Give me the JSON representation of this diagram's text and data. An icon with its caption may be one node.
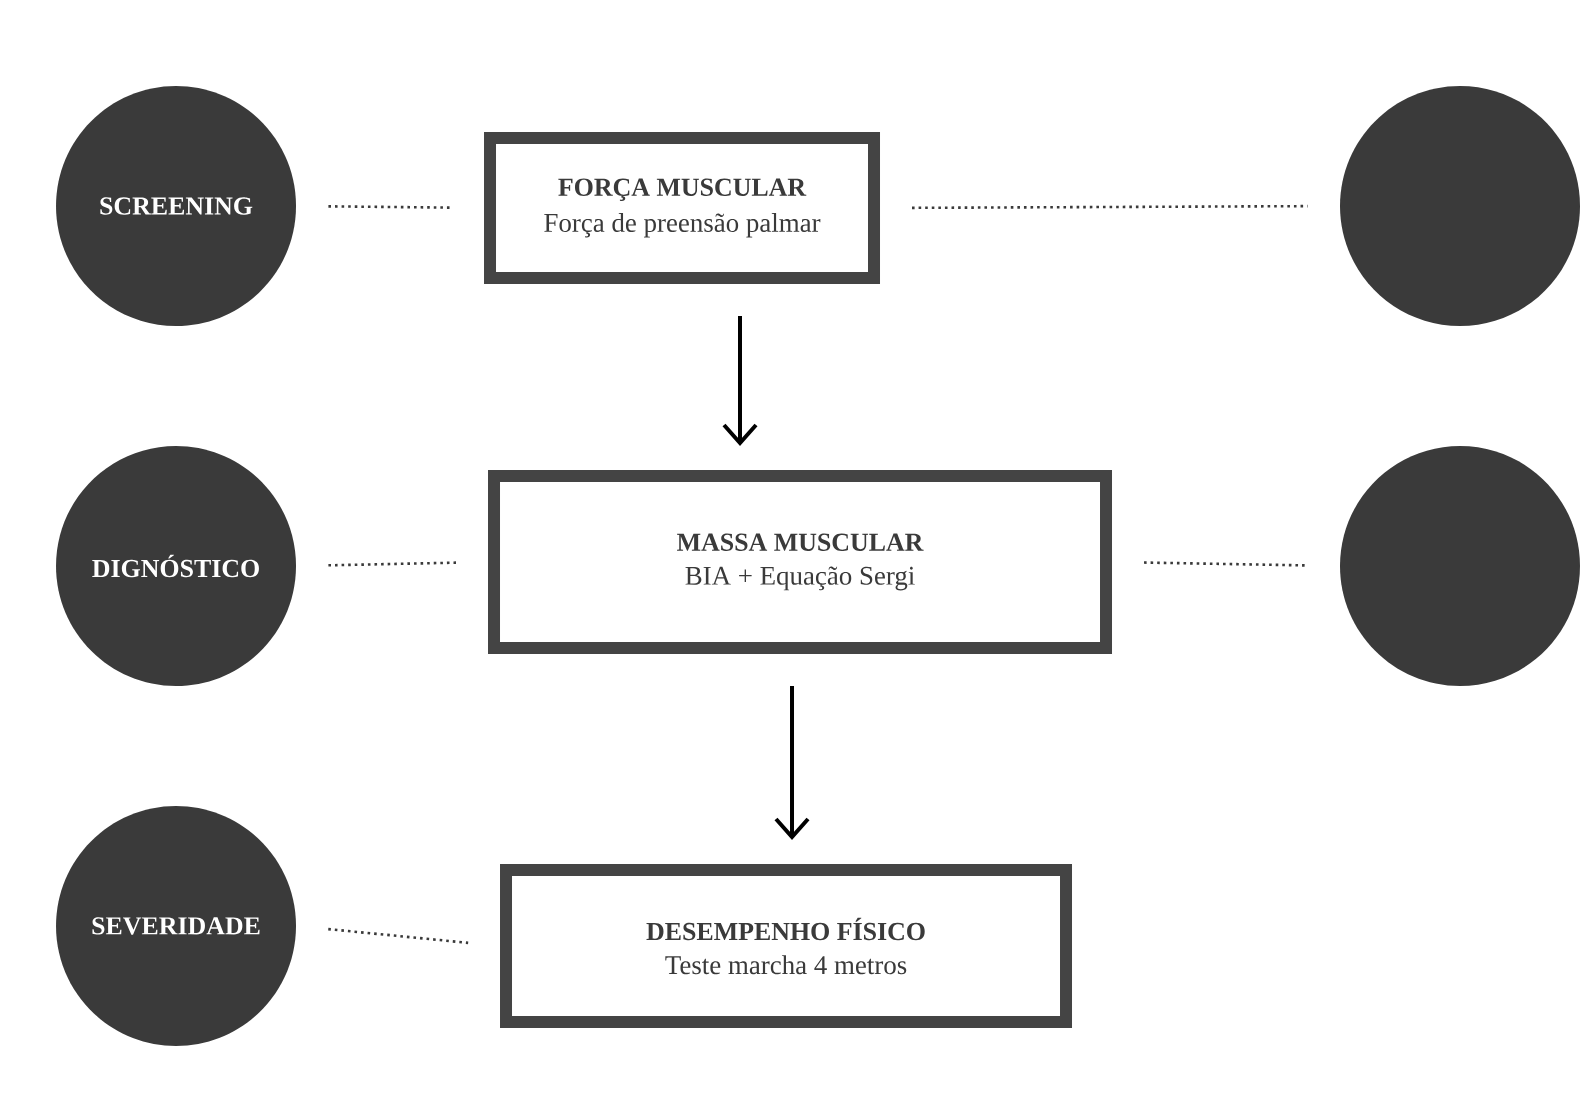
{
  "diagram": {
    "nodes": [
      {
        "text": [
          "SCREENING"
        ]
      },
      {
        "text": [
          "FORÇA MUSCULAR",
          "Força de preensão palmar"
        ]
      },
      {
        "text": [],
        "shape": "circle"
      },
      {
        "text": [
          "DIGNÓSTICO"
        ]
      },
      {
        "text": [
          "MASSA MUSCULAR",
          "BIA + Equação Sergi"
        ]
      },
      {
        "text": [],
        "shape": "circle"
      },
      {
        "text": [
          "SEVERIDADE"
        ]
      },
      {
        "text": [
          "DESEMPENHO FÍSICO",
          "Teste marcha 4 metros"
        ]
      }
    ],
    "edges": [
      {
        "from": 0,
        "to": 1,
        "arrow": "none",
        "style": "dashed"
      },
      {
        "from": 1,
        "to": 2,
        "arrow": "none",
        "style": "dashed"
      },
      {
        "from": 1,
        "to": 4,
        "arrow": "to"
      },
      {
        "from": 3,
        "to": 4,
        "arrow": "none",
        "style": "dashed"
      },
      {
        "from": 4,
        "to": 5,
        "arrow": "none",
        "style": "dashed"
      },
      {
        "from": 4,
        "to": 7,
        "arrow": "to"
      },
      {
        "from": 6,
        "to": 7,
        "arrow": "none",
        "style": "dashed"
      }
    ]
  }
}
